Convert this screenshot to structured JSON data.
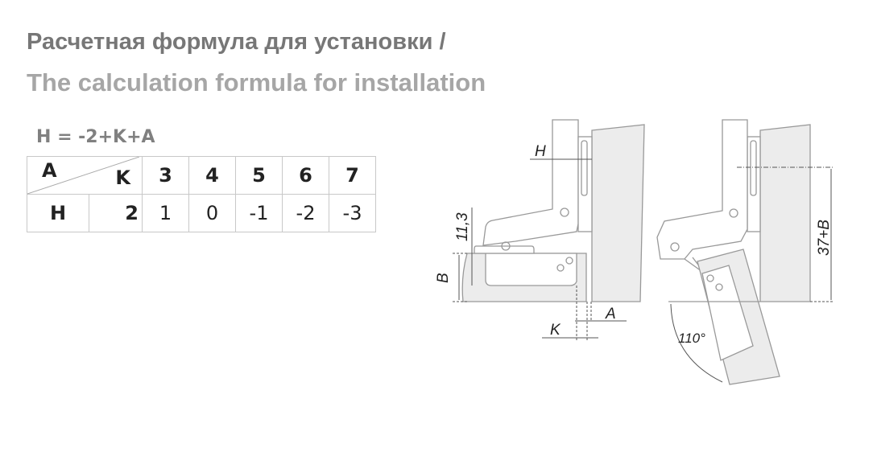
{
  "title": {
    "line1": "Расчетная формула для установки /",
    "line2": "The calculation formula for installation"
  },
  "formula": "H = -2+K+A",
  "table": {
    "corner_row_label": "A",
    "corner_col_label": "K",
    "k_values": [
      "3",
      "4",
      "5",
      "6",
      "7"
    ],
    "row_label": "H",
    "a_value": "2",
    "h_values": [
      "1",
      "0",
      "-1",
      "-2",
      "-3"
    ]
  },
  "diagram": {
    "labels": {
      "h": "H",
      "dim_11_3": "11,3",
      "b": "B",
      "k": "K",
      "a": "A",
      "dim_37_b": "37+B",
      "angle": "110°"
    }
  },
  "colors": {
    "title1": "#777777",
    "title2": "#a6a6a6",
    "wood": "#ececec",
    "outline": "#9a9a9a"
  }
}
